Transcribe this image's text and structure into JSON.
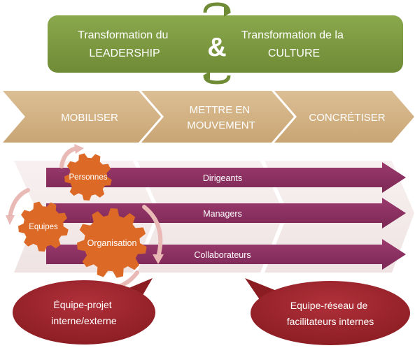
{
  "colors": {
    "green": "#77923c",
    "green_light": "#93ad58",
    "tan": "#d4b284",
    "tan_light": "#e8d6bb",
    "band_bg": "#f5ecec",
    "arrow_purple": "#8b2f60",
    "gear_orange": "#dc6a26",
    "cycle_arrow": "#e9b9b5",
    "bubble_red": "#9c2329",
    "text_white": "#ffffff"
  },
  "header": {
    "left": [
      "Transformation du",
      "LEADERSHIP"
    ],
    "ampersand": "&",
    "right": [
      "Transformation de la",
      "CULTURE"
    ]
  },
  "phases": [
    {
      "label": [
        "MOBILISER"
      ]
    },
    {
      "label": [
        "METTRE EN",
        "MOUVEMENT"
      ]
    },
    {
      "label": [
        "CONCRÉTISER"
      ]
    }
  ],
  "arrows": [
    {
      "label": "Dirigeants"
    },
    {
      "label": "Managers"
    },
    {
      "label": "Collaborateurs"
    }
  ],
  "gears": [
    {
      "label": "Personnes",
      "icon": "gear-icon"
    },
    {
      "label": "Equipes",
      "icon": "gear-icon"
    },
    {
      "label": "Organisation",
      "icon": "gear-icon"
    }
  ],
  "bubbles": [
    {
      "label": [
        "Équipe-projet",
        "interne/externe"
      ]
    },
    {
      "label": [
        "Equipe-réseau de",
        "facilitateurs internes"
      ]
    }
  ]
}
